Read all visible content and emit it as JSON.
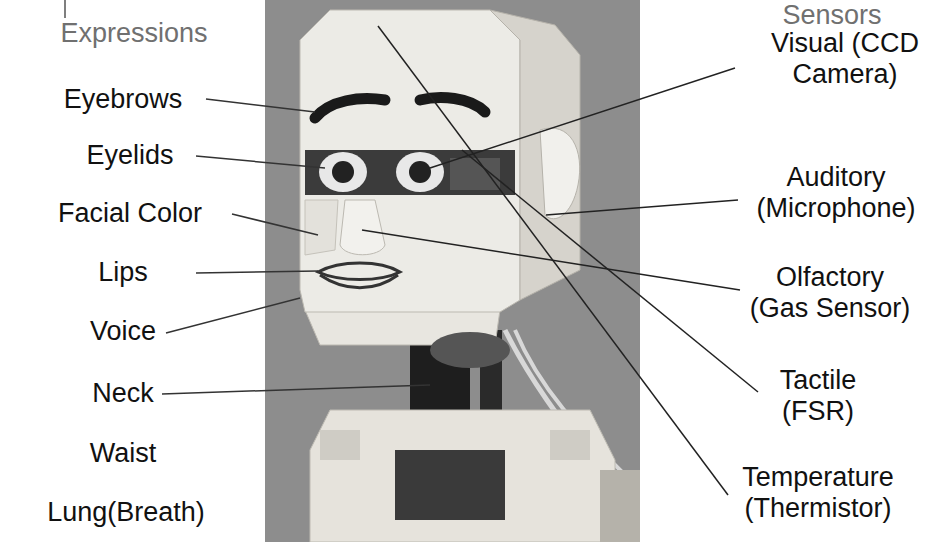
{
  "diagram": {
    "labels": [
      "Expressions",
      "Eyebrows",
      "Eyelids",
      "Facial Color",
      "Lips",
      "Voice",
      "Neck",
      "Waist",
      "Lung(Breath)",
      "Sensors",
      "Visual (CCD Camera)",
      "Auditory (Microphone)",
      "Olfactory (Gas Sensor)",
      "Tactile (FSR)",
      "Temperature (Thermistor)"
    ]
  }
}
